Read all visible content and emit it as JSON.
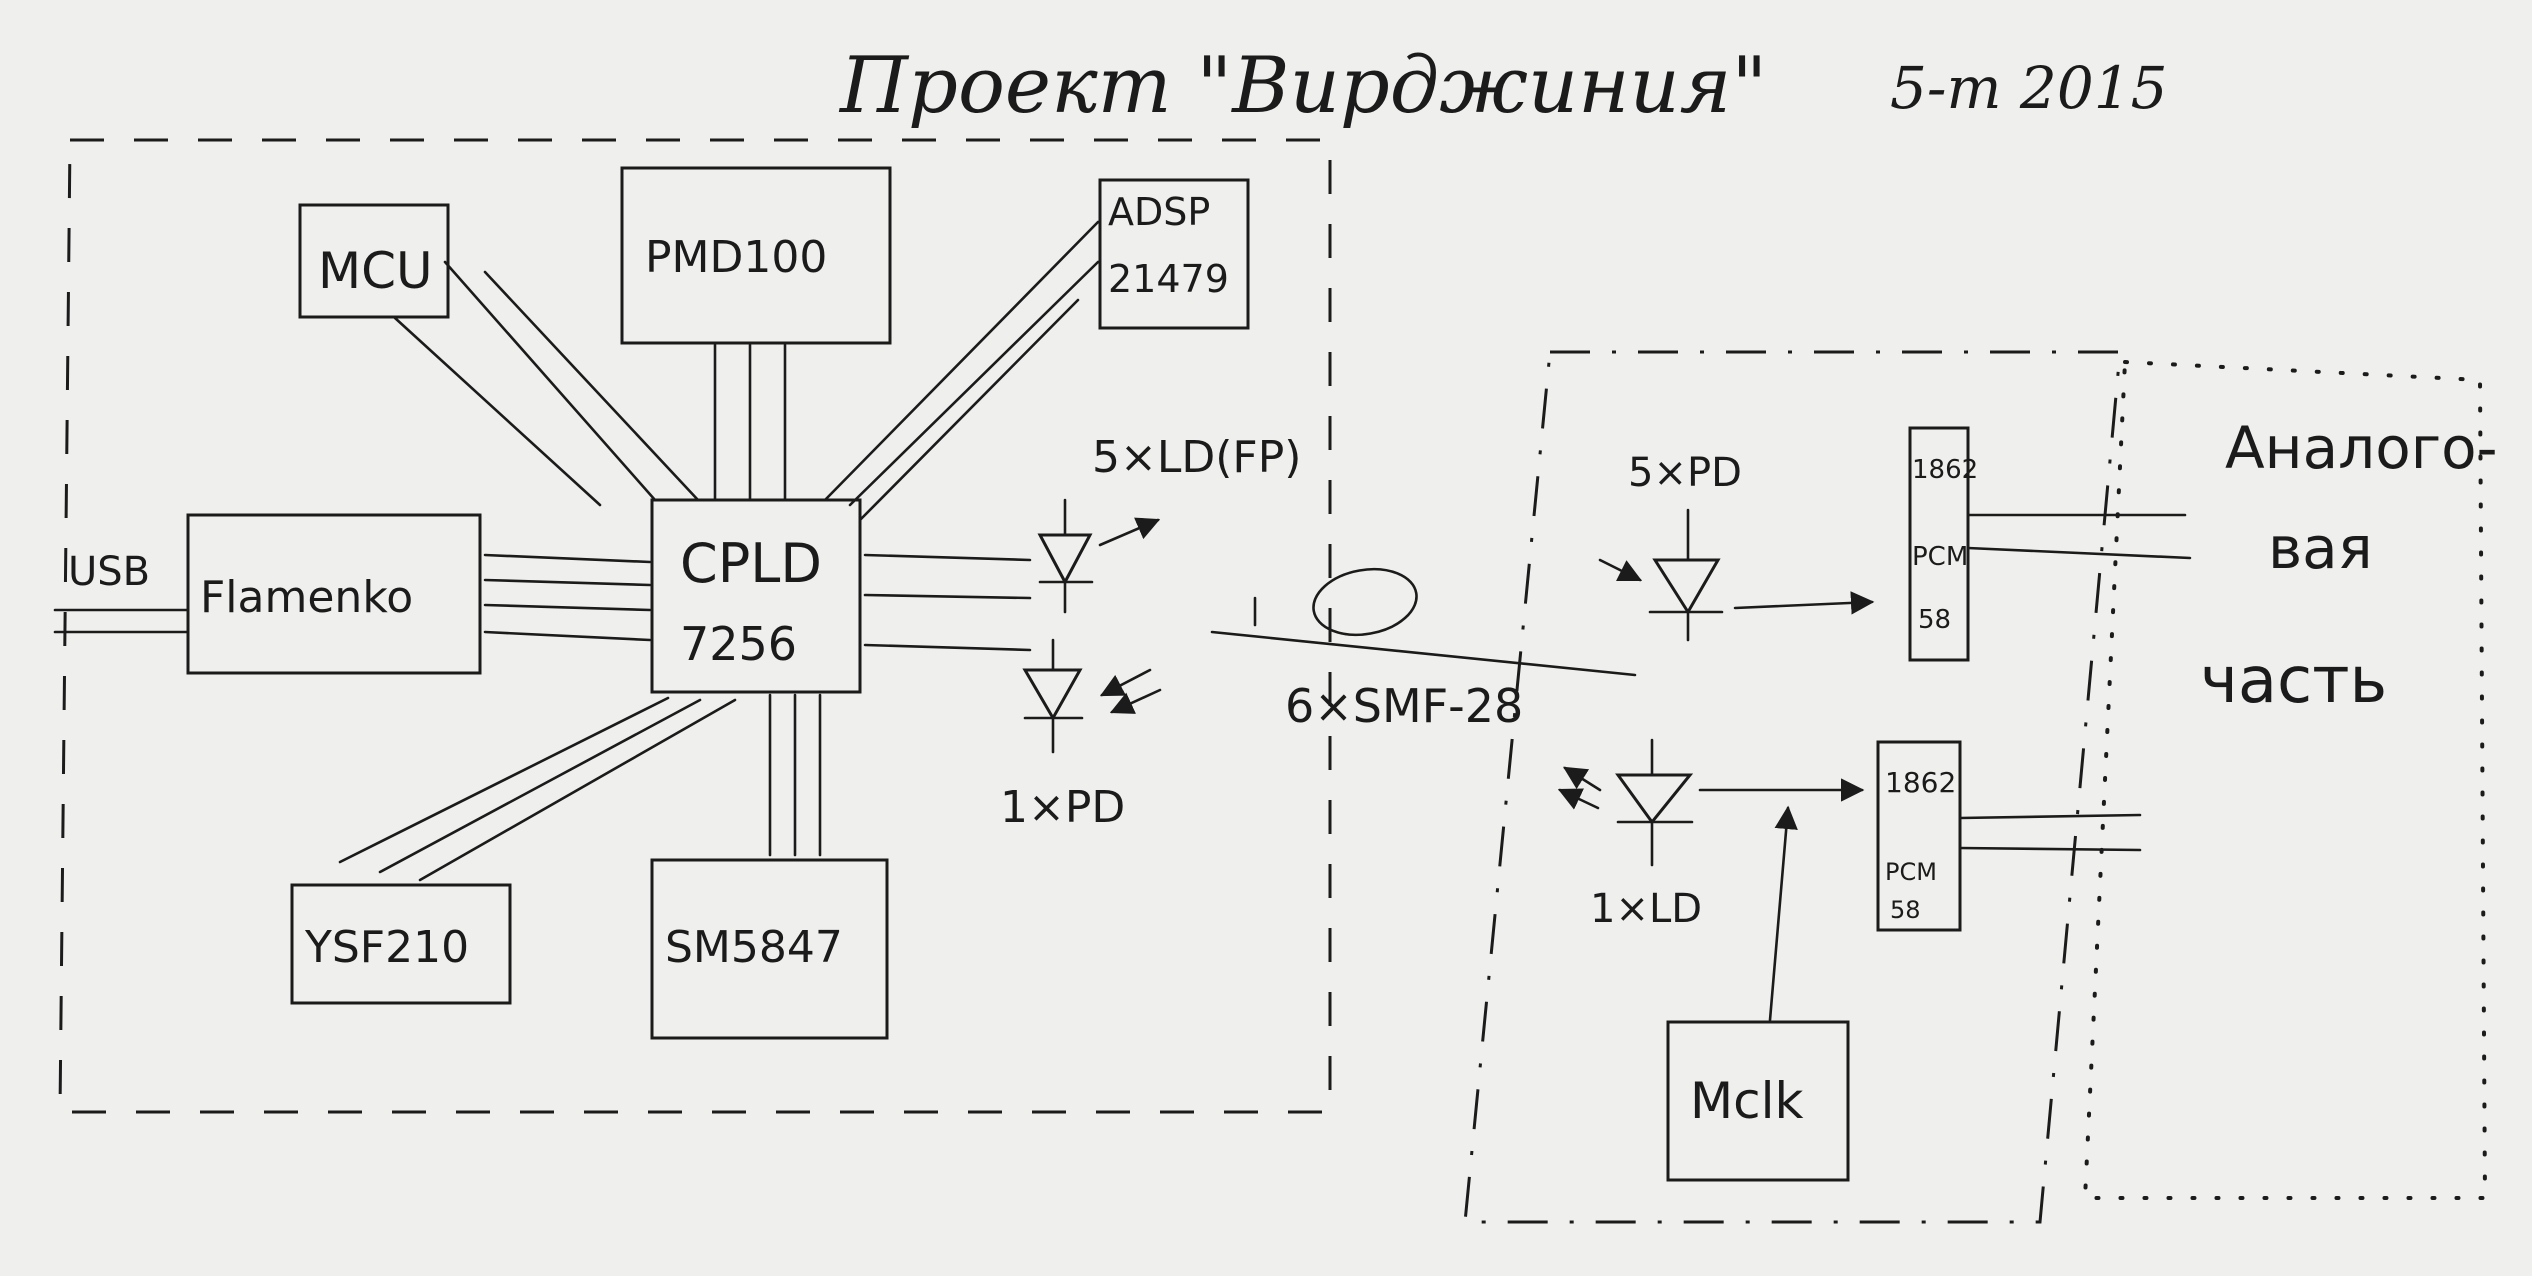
{
  "diagram": {
    "title": "Проект \"Вирджиния\"",
    "date": "5-m 2015",
    "blocks": {
      "mcu": "MCU",
      "pmd": "PMD100",
      "adsp_line1": "ADSP",
      "adsp_line2": "21479",
      "usb": "USB",
      "flamenko": "Flamenko",
      "cpld_line1": "CPLD",
      "cpld_line2": "7256",
      "ysf": "YSF210",
      "sm": "SM5847",
      "mclk": "Mclk",
      "dac_top_line1": "1862",
      "dac_top_line2": "PCM",
      "dac_top_line3": "58",
      "dac_bot_line1": "1862",
      "dac_bot_line2": "PCM",
      "dac_bot_line3": "58"
    },
    "labels": {
      "ld_tx": "5×LD(FP)",
      "pd_tx": "1×PD",
      "fiber": "6×SMF-28",
      "pd_rx": "5×PD",
      "ld_rx": "1×LD",
      "analog_line1": "Аналого-",
      "analog_line2": "вая",
      "analog_line3": "часть"
    }
  }
}
